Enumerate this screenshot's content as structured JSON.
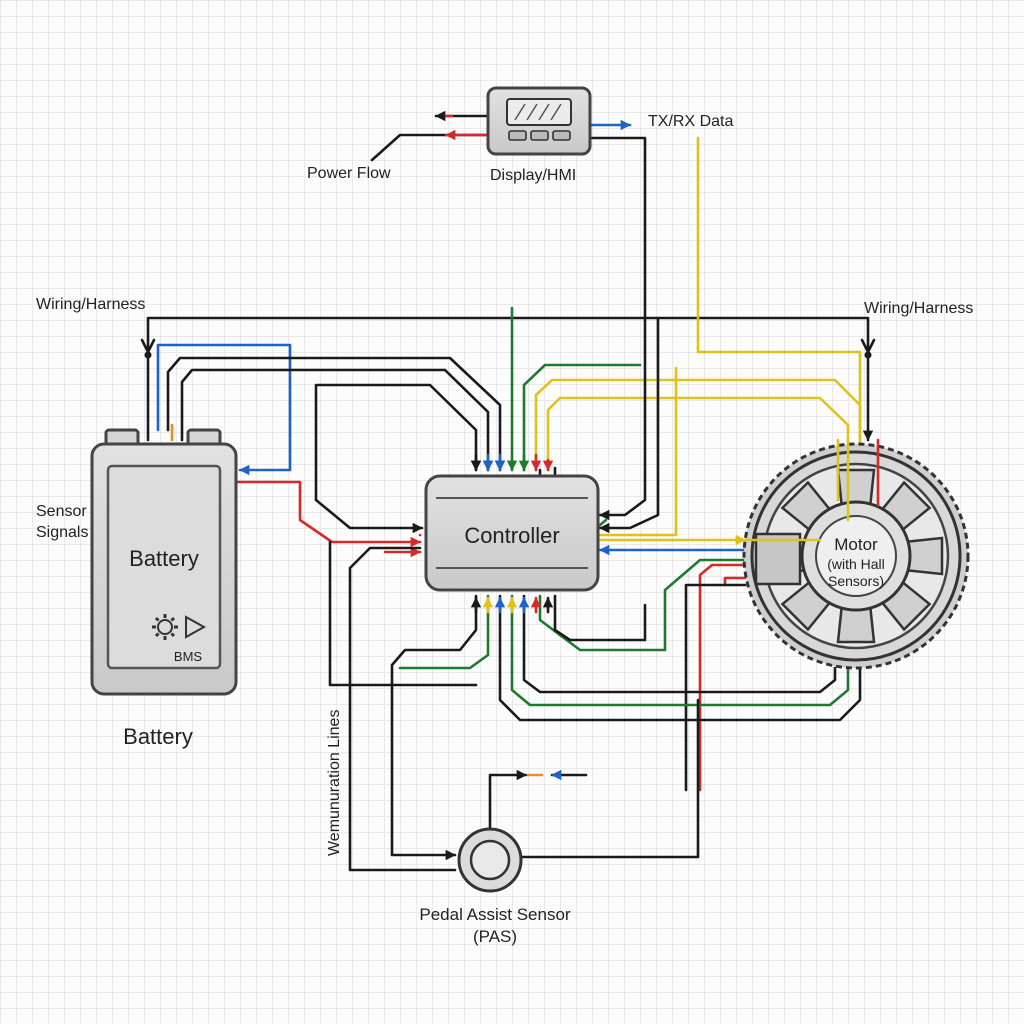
{
  "labels": {
    "power_flow": "Power Flow",
    "display_hmi": "Display/HMI",
    "tx_rx_data": "TX/RX Data",
    "wiring_harness_left": "Wiring/Harness",
    "wiring_harness_right": "Wiring/Harness",
    "sensor_signals_line1": "Sensor",
    "sensor_signals_line2": "Signals",
    "battery_inner": "Battery",
    "bms": "BMS",
    "battery_caption": "Battery",
    "controller": "Controller",
    "motor_line1": "Motor",
    "motor_line2": "(with Hall",
    "motor_line3": "Sensors)",
    "communication_lines": "Wemunuration Lines",
    "pas_line1": "Pedal Assist Sensor",
    "pas_line2": "(PAS)"
  },
  "colors": {
    "power": "#d62a2a",
    "data": "#1f63c4",
    "sensor": "#1e7a2e",
    "hall": "#e0c21c",
    "ground": "#1a1a1a",
    "accent_orange": "#f08a24"
  },
  "icons": [
    "gear-icon",
    "play-triangle-icon",
    "arrow-left-icon",
    "arrow-right-icon"
  ]
}
